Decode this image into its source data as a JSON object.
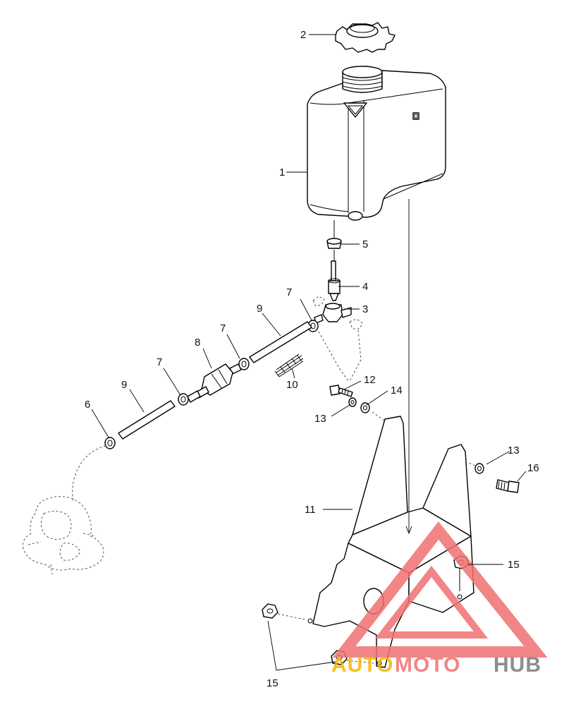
{
  "callouts": [
    {
      "id": "c1",
      "text": "1"
    },
    {
      "id": "c2",
      "text": "2"
    },
    {
      "id": "c3",
      "text": "3"
    },
    {
      "id": "c4",
      "text": "4"
    },
    {
      "id": "c5",
      "text": "5"
    },
    {
      "id": "c6",
      "text": "6"
    },
    {
      "id": "c7a",
      "text": "7"
    },
    {
      "id": "c7b",
      "text": "7"
    },
    {
      "id": "c7c",
      "text": "7"
    },
    {
      "id": "c8",
      "text": "8"
    },
    {
      "id": "c9a",
      "text": "9"
    },
    {
      "id": "c9b",
      "text": "9"
    },
    {
      "id": "c10",
      "text": "10"
    },
    {
      "id": "c11",
      "text": "11"
    },
    {
      "id": "c12",
      "text": "12"
    },
    {
      "id": "c13a",
      "text": "13"
    },
    {
      "id": "c13b",
      "text": "13"
    },
    {
      "id": "c14",
      "text": "14"
    },
    {
      "id": "c15a",
      "text": "15"
    },
    {
      "id": "c15b",
      "text": "15"
    },
    {
      "id": "c16",
      "text": "16"
    }
  ],
  "watermark": {
    "part1": "AUTO",
    "part2": "MOTO",
    "part3": "HUB",
    "color_primary": "#f07070",
    "color_accent": "#f5b400",
    "color_dark": "#7a7a7a"
  }
}
